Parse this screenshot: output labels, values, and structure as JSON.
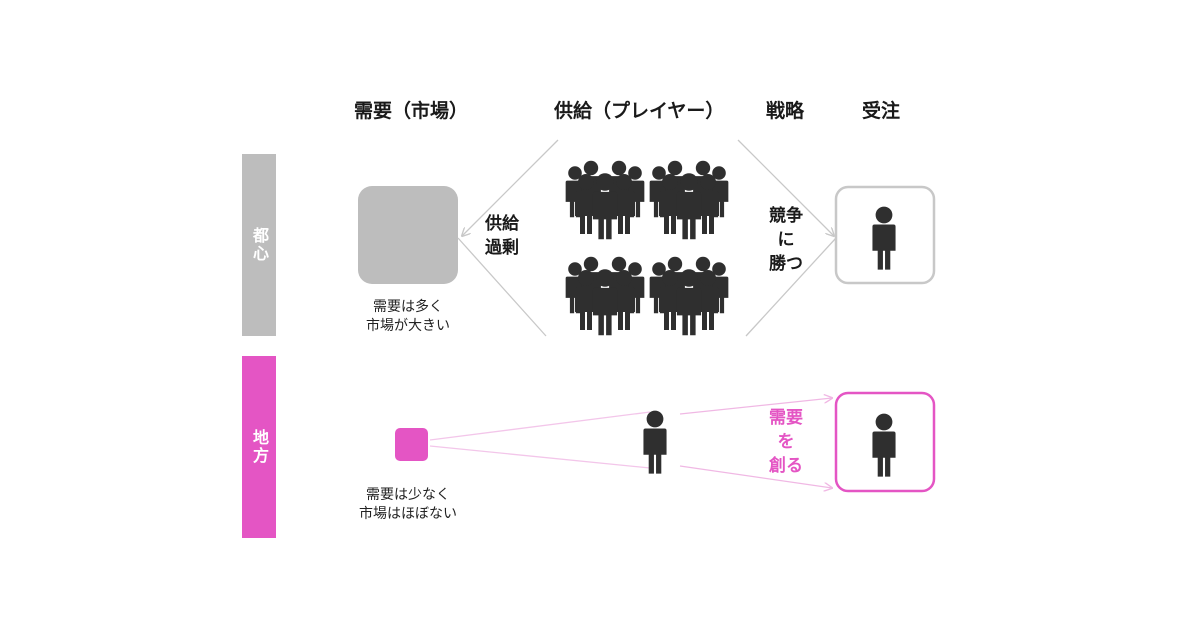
{
  "headers": {
    "demand": "需要（市場）",
    "supply": "供給（プレイヤー）",
    "strategy": "戦略",
    "order": "受注"
  },
  "rows": {
    "urban": {
      "label": "都心",
      "demand_caption_1": "需要は多く",
      "demand_caption_2": "市場が大きい",
      "oversupply_1": "供給",
      "oversupply_2": "過剰",
      "strategy_1": "競争",
      "strategy_2": "に",
      "strategy_3": "勝つ"
    },
    "regional": {
      "label": "地方",
      "demand_caption_1": "需要は少なく",
      "demand_caption_2": "市場はほぼない",
      "strategy_1": "需要",
      "strategy_2": "を",
      "strategy_3": "創る"
    }
  },
  "colors": {
    "gray": "#bdbdbd",
    "pink": "#e455c4",
    "pink_light": "#f3c6ea",
    "figure": "#2f2f2f"
  },
  "icons": {
    "person": "person-icon",
    "crowd": "people-group-icon"
  }
}
